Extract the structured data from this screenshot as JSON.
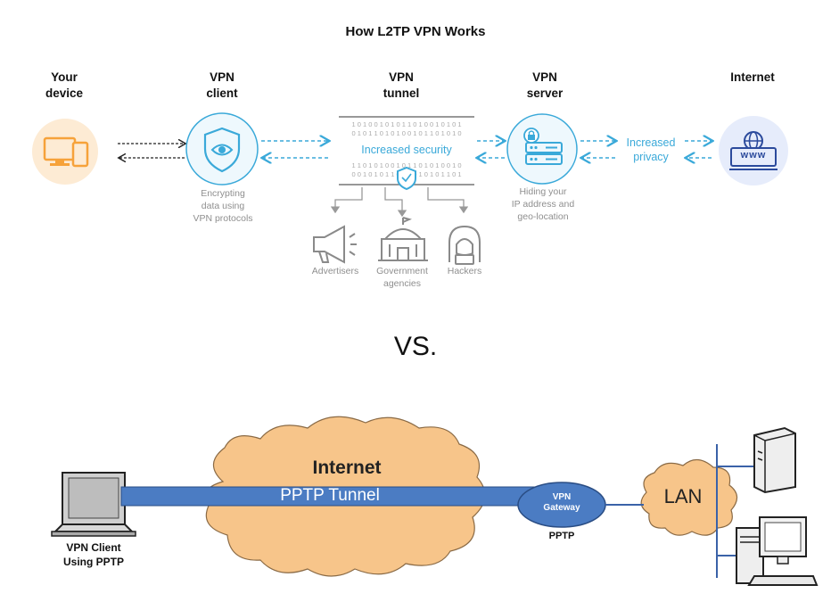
{
  "l2tp": {
    "title": "How L2TP VPN Works",
    "columns": [
      {
        "line1": "Your",
        "line2": "device"
      },
      {
        "line1": "VPN",
        "line2": "client"
      },
      {
        "line1": "VPN",
        "line2": "tunnel"
      },
      {
        "line1": "VPN",
        "line2": "server"
      },
      {
        "line1": "Internet",
        "line2": ""
      }
    ],
    "tunnel_label": "Increased security",
    "privacy_label": {
      "line1": "Increased",
      "line2": "privacy"
    },
    "client_caption": [
      "Encrypting",
      "data using",
      "VPN protocols"
    ],
    "server_caption": [
      "Hiding your",
      "IP address and",
      "geo-location"
    ],
    "threats": [
      {
        "line1": "Advertisers",
        "line2": ""
      },
      {
        "line1": "Government",
        "line2": "agencies"
      },
      {
        "line1": "Hackers",
        "line2": ""
      }
    ],
    "www_text": "www",
    "colors": {
      "accent": "#3aa9d9",
      "device_bg": "#fdebd4",
      "device_icon": "#f6a23a",
      "internet_bg": "#e6ecfb",
      "internet_icon": "#2b4a9c"
    }
  },
  "separator": "VS.",
  "pptp": {
    "client_label": [
      "VPN Client",
      "Using PPTP"
    ],
    "internet_label": "Internet",
    "tunnel_label": "PPTP Tunnel",
    "gateway_label": [
      "VPN",
      "Gateway"
    ],
    "gateway_protocol": "PPTP",
    "lan_label": "LAN",
    "colors": {
      "cloud": "#f7c58a",
      "tunnel": "#4b7cc3",
      "gateway": "#4b7cc3"
    }
  }
}
